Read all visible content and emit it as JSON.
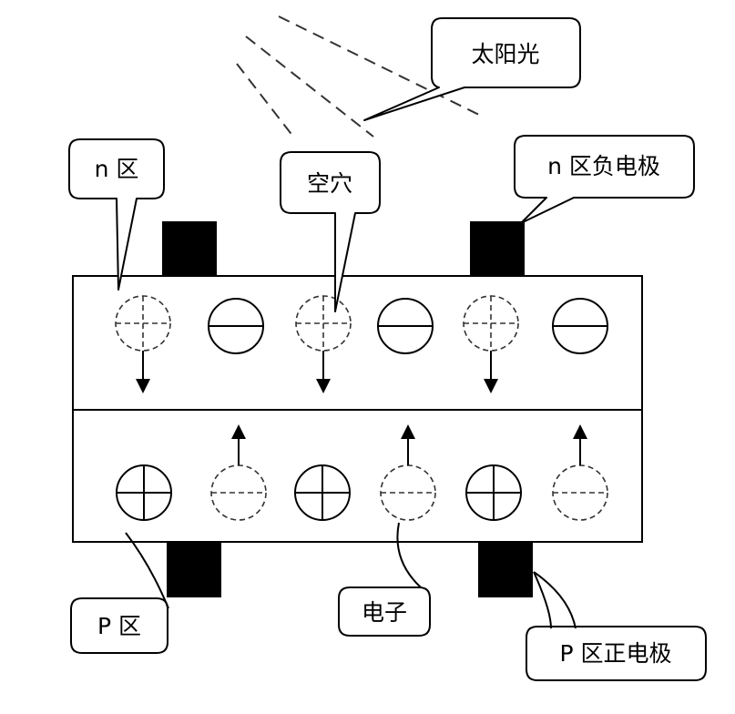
{
  "labels": {
    "sunlight": "太阳光",
    "n_region": "n 区",
    "hole": "空穴",
    "n_negative_electrode": "n 区负电极",
    "p_region": "P 区",
    "electron": "电子",
    "p_positive_electrode": "P 区正电极"
  }
}
